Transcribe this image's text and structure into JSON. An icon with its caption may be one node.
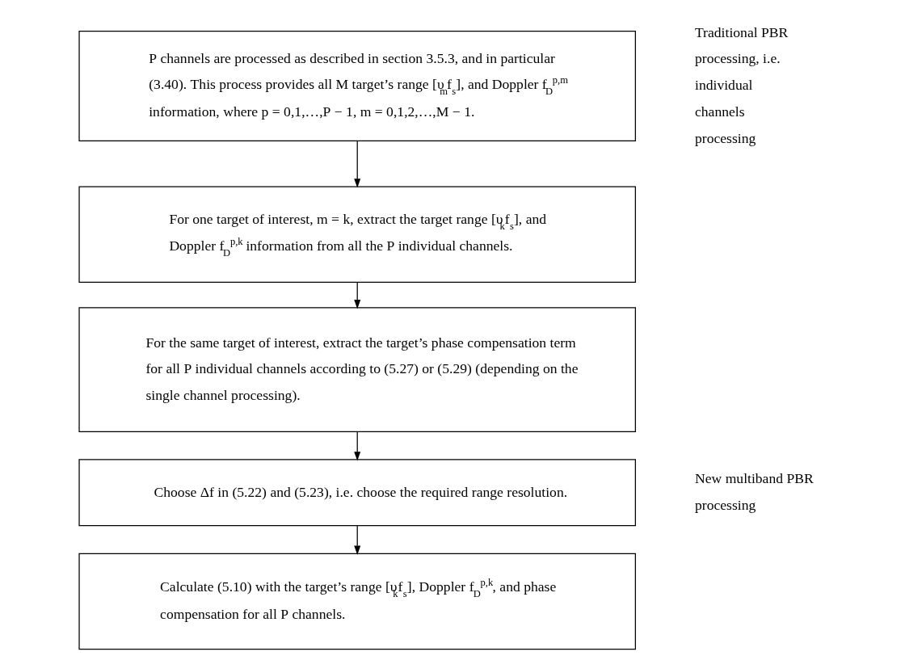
{
  "diagram": {
    "nodes": [
      {
        "text": [
          "P channels are processed as described in section 3.5.3, and in particular (3.40). This process provides all M target’s range [υ$_{m}$f$_{s}$], and Doppler f$_{D}$$^{p,m}$ information, where p = 0,1,…,P − 1, m = 0,1,2,…,M − 1."
        ]
      },
      {
        "text": [
          "For one target of interest, m = k, extract the target range [υ$_{k}$f$_{s}$], and Doppler f$_{D}$$^{p,k}$ information from all the P individual channels."
        ]
      },
      {
        "text": [
          "For the same target of interest, extract the target’s phase compensation term for all P individual channels according to (5.27) or (5.29) (depending on the single channel processing)."
        ]
      },
      {
        "text": [
          "Choose Δf in (5.22) and (5.23), i.e. choose the required range resolution."
        ]
      },
      {
        "text": [
          "Calculate (5.10) with the target’s range [υ$_{k}$f$_{s}$], Doppler f$_{D}$$^{p,k}$, and phase compensation for all P channels."
        ]
      }
    ],
    "edges": [
      {
        "from": 0,
        "to": 1,
        "arrow": "to"
      },
      {
        "from": 1,
        "to": 2,
        "arrow": "to"
      },
      {
        "from": 2,
        "to": 3,
        "arrow": "to"
      },
      {
        "from": 3,
        "to": 4,
        "arrow": "to"
      }
    ],
    "labels": [
      "Traditional PBR processing, i.e. individual channels processing",
      "New multiband PBR processing"
    ]
  }
}
